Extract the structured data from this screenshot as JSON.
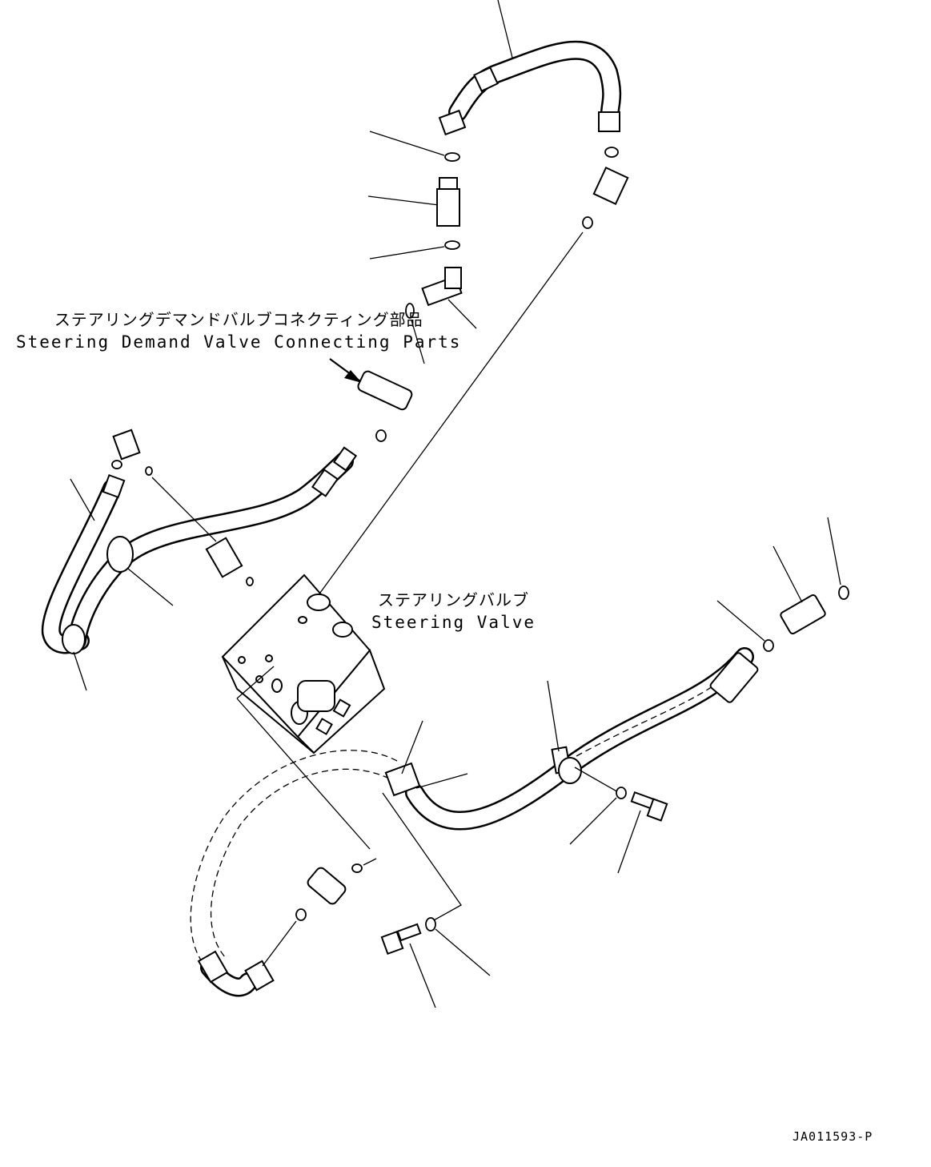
{
  "labels": {
    "steering_demand_valve_jp": "ステアリングデマンドバルブコネクティング部品",
    "steering_demand_valve_en": "Steering Demand Valve Connecting Parts",
    "steering_valve_jp": "ステアリングバルブ",
    "steering_valve_en": "Steering Valve"
  },
  "drawing_id": "JA011593-P",
  "colors": {
    "line": "#000000",
    "background": "#ffffff"
  }
}
